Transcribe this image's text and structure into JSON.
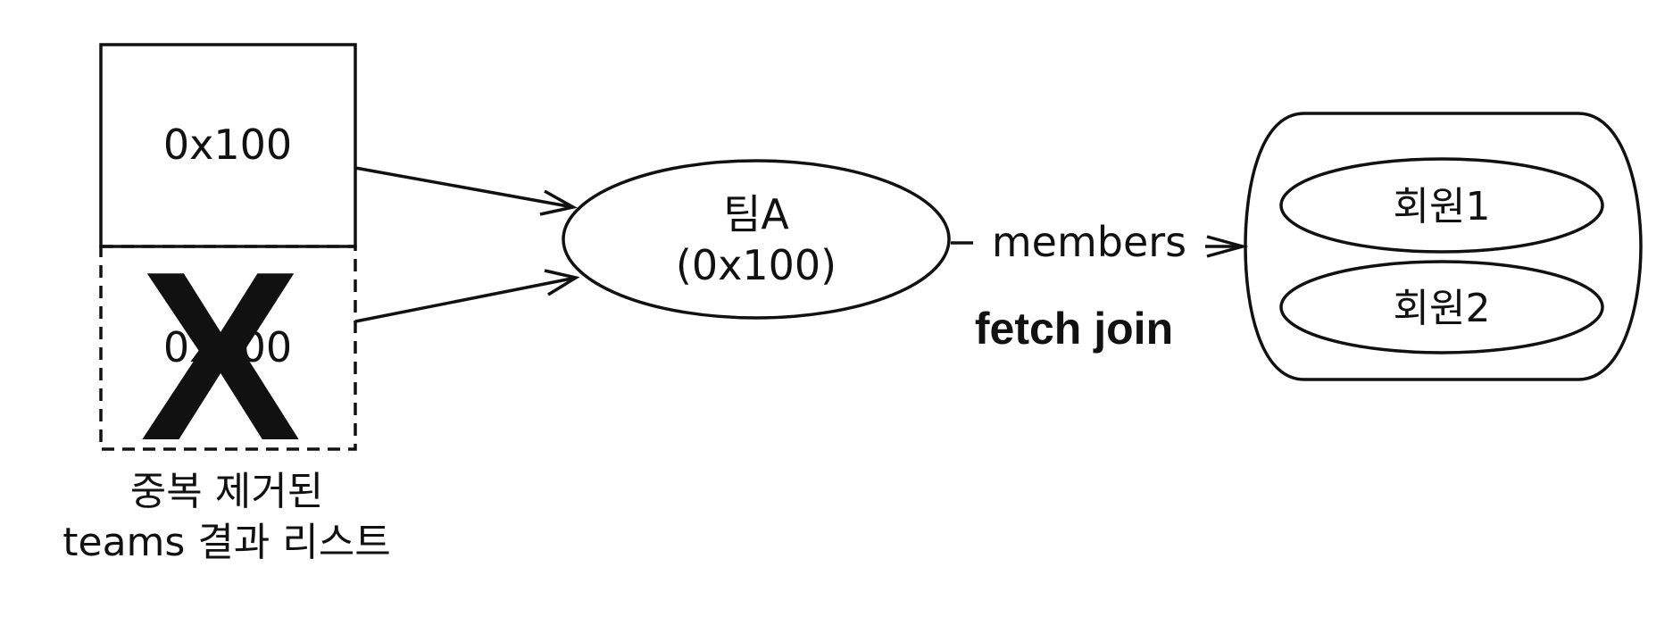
{
  "team_list": {
    "box1_address": "0x100",
    "box2_address": "0x100",
    "removed_mark": "X",
    "caption_line1": "중복 제거된",
    "caption_line2": "teams 결과 리스트"
  },
  "team": {
    "name": "팀A",
    "address": "(0x100)"
  },
  "relation": {
    "members_label": "members",
    "fetch_label": "fetch join"
  },
  "members": {
    "member1": "회원1",
    "member2": "회원2"
  },
  "colors": {
    "stroke": "#111111",
    "background": "#ffffff"
  }
}
